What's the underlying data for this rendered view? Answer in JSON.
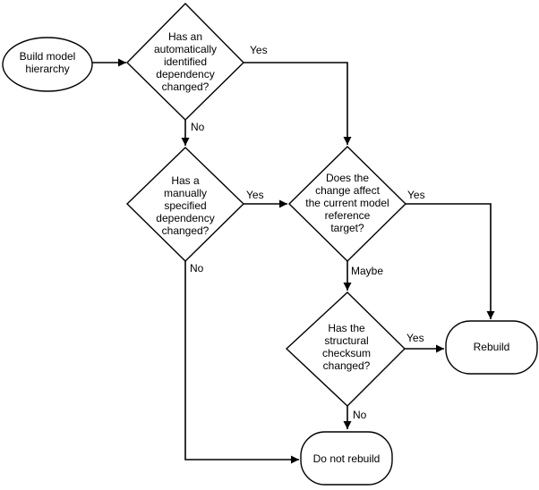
{
  "diagram": {
    "type": "flowchart",
    "colors": {
      "background": "#ffffff",
      "stroke": "#000000",
      "text": "#000000"
    }
  },
  "nodes": {
    "start": {
      "shape": "ellipse",
      "lines": [
        "Build model",
        "hierarchy"
      ]
    },
    "auto_dep": {
      "shape": "decision",
      "lines": [
        "Has an",
        "automatically",
        "identified",
        "dependency",
        "changed?"
      ]
    },
    "manual_dep": {
      "shape": "decision",
      "lines": [
        "Has a",
        "manually",
        "specified",
        "dependency",
        "changed?"
      ]
    },
    "ref_target": {
      "shape": "decision",
      "lines": [
        "Does the",
        "change affect",
        "the current model",
        "reference",
        "target?"
      ]
    },
    "checksum": {
      "shape": "decision",
      "lines": [
        "Has the",
        "structural",
        "checksum",
        "changed?"
      ]
    },
    "rebuild": {
      "shape": "terminator",
      "lines": [
        "Rebuild"
      ]
    },
    "do_not_rebuild": {
      "shape": "terminator",
      "lines": [
        "Do not rebuild"
      ]
    }
  },
  "edges": {
    "start_to_auto": {
      "from": "start",
      "to": "auto_dep",
      "label": ""
    },
    "auto_yes": {
      "from": "auto_dep",
      "to": "ref_target",
      "label": "Yes"
    },
    "auto_no": {
      "from": "auto_dep",
      "to": "manual_dep",
      "label": "No"
    },
    "manual_yes": {
      "from": "manual_dep",
      "to": "ref_target",
      "label": "Yes"
    },
    "manual_no": {
      "from": "manual_dep",
      "to": "do_not_rebuild",
      "label": "No"
    },
    "ref_yes": {
      "from": "ref_target",
      "to": "rebuild",
      "label": "Yes"
    },
    "ref_maybe": {
      "from": "ref_target",
      "to": "checksum",
      "label": "Maybe"
    },
    "checksum_yes": {
      "from": "checksum",
      "to": "rebuild",
      "label": "Yes"
    },
    "checksum_no": {
      "from": "checksum",
      "to": "do_not_rebuild",
      "label": "No"
    }
  }
}
